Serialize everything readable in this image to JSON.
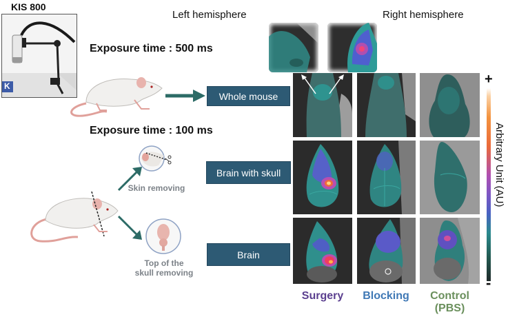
{
  "device": {
    "title": "KIS 800",
    "logo_letter": "K"
  },
  "hemispheres": {
    "left": "Left hemisphere",
    "right": "Right hemisphere"
  },
  "exposures": {
    "whole": "Exposure time : 500 ms",
    "brain": "Exposure time : 100 ms"
  },
  "steps": {
    "whole_mouse": "Whole mouse",
    "brain_with_skull": "Brain with skull",
    "brain": "Brain"
  },
  "procedures": {
    "skin": "Skin removing",
    "skull_line1": "Top of the",
    "skull_line2": "skull removing"
  },
  "columns": [
    {
      "label": "Surgery",
      "color": "#5b3f8f"
    },
    {
      "label": "Blocking",
      "color": "#3f78b5"
    },
    {
      "label_line1": "Control",
      "label_line2": "(PBS)",
      "color": "#6a8f5c"
    }
  ],
  "colorbar": {
    "title": "Arbitrary Unit (AU)",
    "max_sign": "+",
    "min_sign": "-"
  },
  "colors": {
    "step_box": "#2d5a74",
    "arrow": "#2c6b66"
  }
}
